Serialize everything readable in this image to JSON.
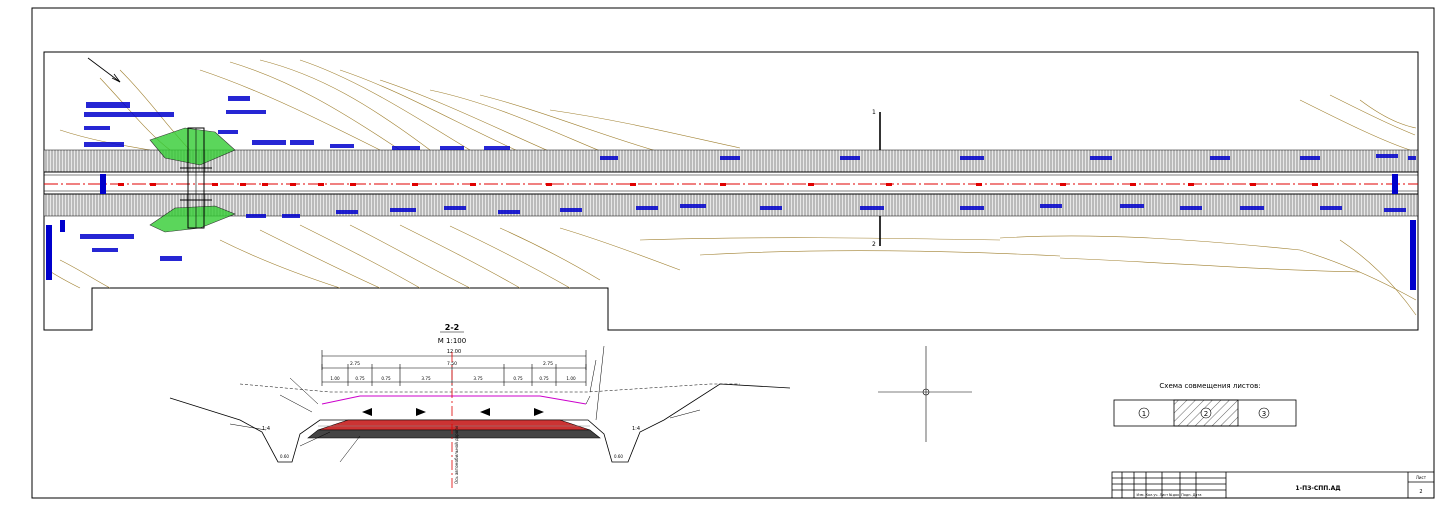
{
  "section": {
    "title": "2-2",
    "scale": "М 1:100",
    "overall_width": "12.00",
    "dims_row1": [
      "2.75",
      "7.50",
      "2.75"
    ],
    "dims_row2": [
      "1.00",
      "0.75",
      "0.75",
      "3.75",
      "3.75",
      "0.75",
      "0.75",
      "1.00"
    ],
    "slope_left": "1:4",
    "slope_right": "1:4",
    "ditch_bottom_left": "0.60",
    "ditch_bottom_right": "0.60",
    "axis_label": "Ось автомобильной дороги"
  },
  "scheme_title": "Схема совмещения листов:",
  "scheme_cells": [
    "1",
    "2",
    "3"
  ],
  "title_block": {
    "code": "1-ПЗ-СПП.АД",
    "sheet_label": "Лист",
    "sheet_no": "2",
    "headers": "Изм. Кол.уч. Лист №док. Подп. Дата"
  },
  "cut_marks": [
    "1",
    "2"
  ],
  "colors": {
    "axis": "#e00000",
    "annotation": "#0000cc",
    "contour": "#a08030",
    "green": "#33cc33",
    "ink": "#000000"
  }
}
